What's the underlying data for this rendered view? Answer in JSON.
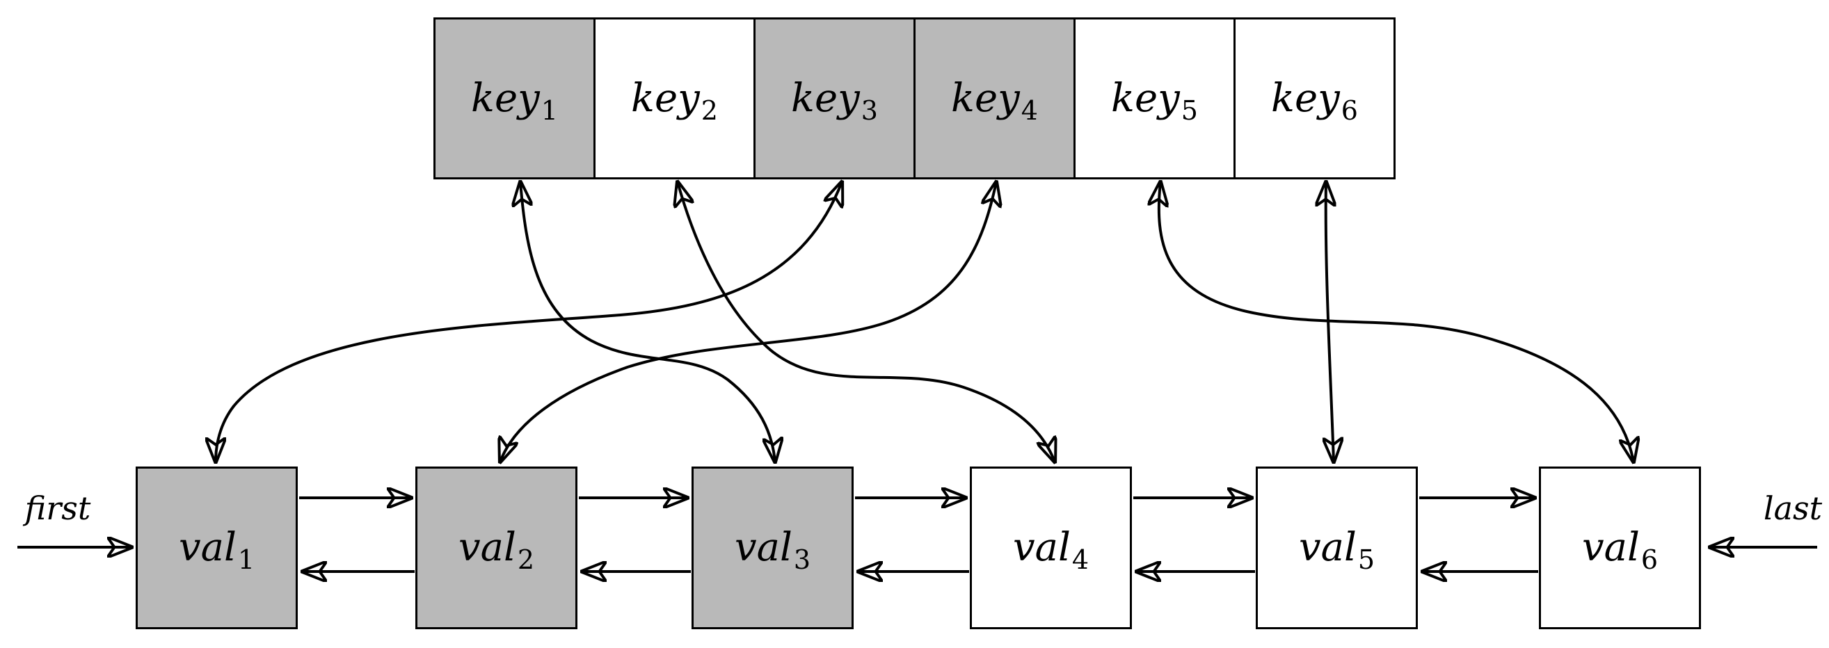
{
  "figure": {
    "description": "hash table key array linked bidirectionally to a doubly-linked list of value nodes",
    "colors": {
      "shaded_fill": "#b9b9b9",
      "unshaded_fill": "#ffffff",
      "line": "#000000",
      "background": "#ffffff"
    },
    "key_row": {
      "cells": [
        {
          "base": "key",
          "sub": "1",
          "shaded": true
        },
        {
          "base": "key",
          "sub": "2",
          "shaded": false
        },
        {
          "base": "key",
          "sub": "3",
          "shaded": true
        },
        {
          "base": "key",
          "sub": "4",
          "shaded": true
        },
        {
          "base": "key",
          "sub": "5",
          "shaded": false
        },
        {
          "base": "key",
          "sub": "6",
          "shaded": false
        }
      ]
    },
    "val_list": {
      "nodes": [
        {
          "base": "val",
          "sub": "1",
          "shaded": true
        },
        {
          "base": "val",
          "sub": "2",
          "shaded": true
        },
        {
          "base": "val",
          "sub": "3",
          "shaded": true
        },
        {
          "base": "val",
          "sub": "4",
          "shaded": false
        },
        {
          "base": "val",
          "sub": "5",
          "shaded": false
        },
        {
          "base": "val",
          "sub": "6",
          "shaded": false
        }
      ]
    },
    "pointers": {
      "first_label": "first",
      "last_label": "last",
      "first_points_to": "val1",
      "last_points_to": "val6"
    },
    "connections": {
      "key_to_val_bidirectional": [
        [
          "key1",
          "val3"
        ],
        [
          "key2",
          "val4"
        ],
        [
          "key3",
          "val1"
        ],
        [
          "key4",
          "val2"
        ],
        [
          "key5",
          "val6"
        ],
        [
          "key6",
          "val5"
        ]
      ],
      "val_list_links": "doubly-linked: val1<->val2<->val3<->val4<->val5<->val6"
    }
  }
}
